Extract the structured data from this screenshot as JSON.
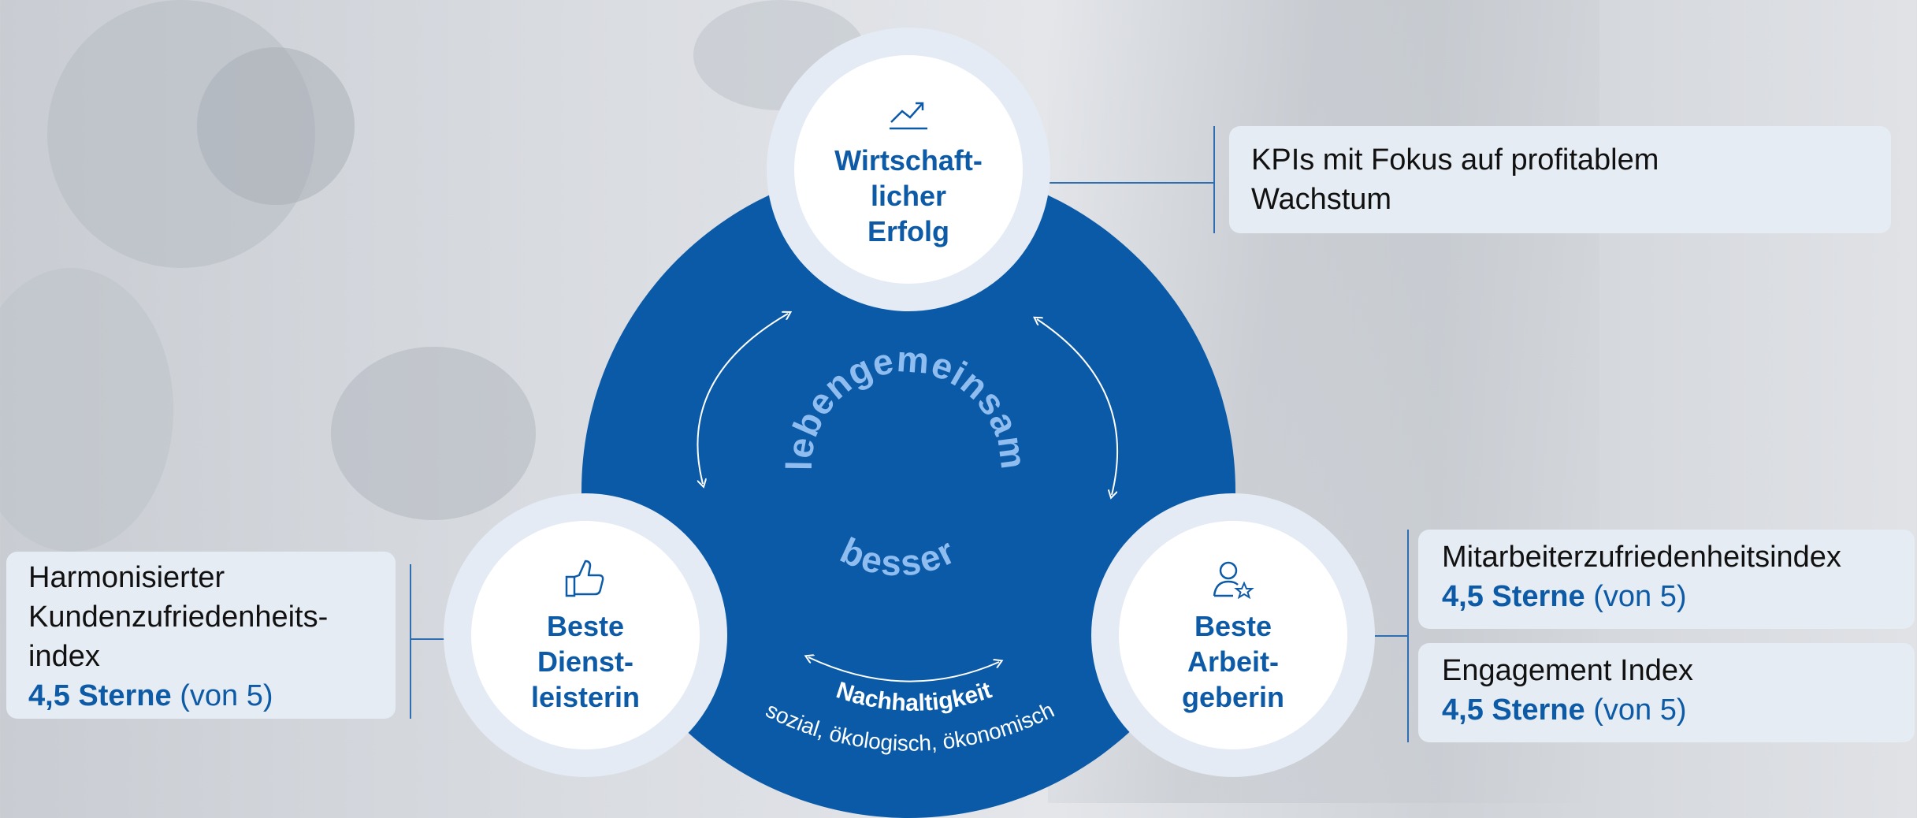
{
  "center": {
    "word_top": "lebengemeinsam",
    "word_bottom": "besser"
  },
  "nodes": {
    "top": {
      "label": "Wirtschaft-\nlicher\nErfolg",
      "icon": "trend-up-icon"
    },
    "left": {
      "label": "Beste\nDienst-\nleisterin",
      "icon": "thumbs-up-icon"
    },
    "right": {
      "label": "Beste\nArbeit-\ngeberin",
      "icon": "user-star-icon"
    }
  },
  "sustainability": {
    "title": "Nachhaltigkeit",
    "subtitle": "sozial, ökologisch, ökonomisch"
  },
  "boxes": {
    "kpi": {
      "text": "KPIs mit Fokus auf profitablem Wachstum"
    },
    "customer": {
      "text": "Harmonisierter Kundenzufriedenheits-index",
      "rating": "4,5 Sterne",
      "scale": "(von 5)"
    },
    "employee": {
      "text": "Mitarbeiterzufriedenheitsindex",
      "rating": "4,5 Sterne",
      "scale": "(von 5)"
    },
    "engagement": {
      "text": "Engagement Index",
      "rating": "4,5 Sterne",
      "scale": "(von 5)"
    }
  },
  "colors": {
    "primary": "#0a5aa8",
    "accent_text": "#8fbdf0",
    "box_bg": "#e6ecf3",
    "node_ring": "#e4ebf4"
  }
}
